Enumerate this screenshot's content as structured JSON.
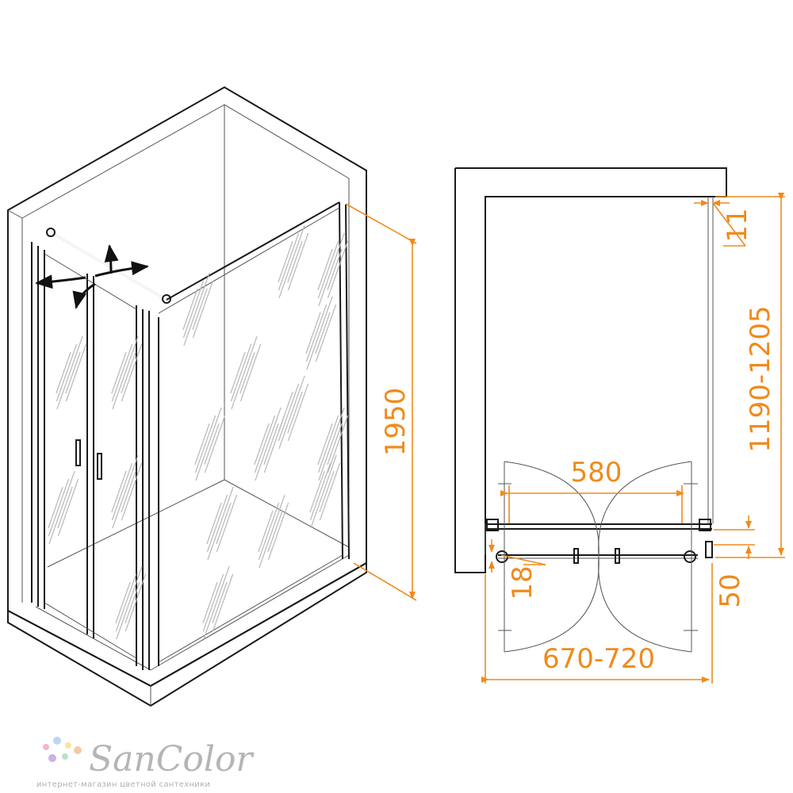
{
  "dimensions": {
    "height": "1950",
    "side_length": "1190-1205",
    "wall_gap": "11",
    "door_width": "580",
    "profile_depth": "18",
    "profile_width": "50",
    "front_width": "670-720"
  },
  "logo": {
    "brand": "SanColor",
    "tagline": "интернет-магазин цветной сантехники",
    "dot_colors": [
      "#f2b8c6",
      "#b9d7f0",
      "#f7e3a1",
      "#c9b3e6",
      "#b8e2c8",
      "#f5c9a8"
    ]
  },
  "colors": {
    "dimension": "#f08a1c",
    "line": "#1a1a1a"
  }
}
